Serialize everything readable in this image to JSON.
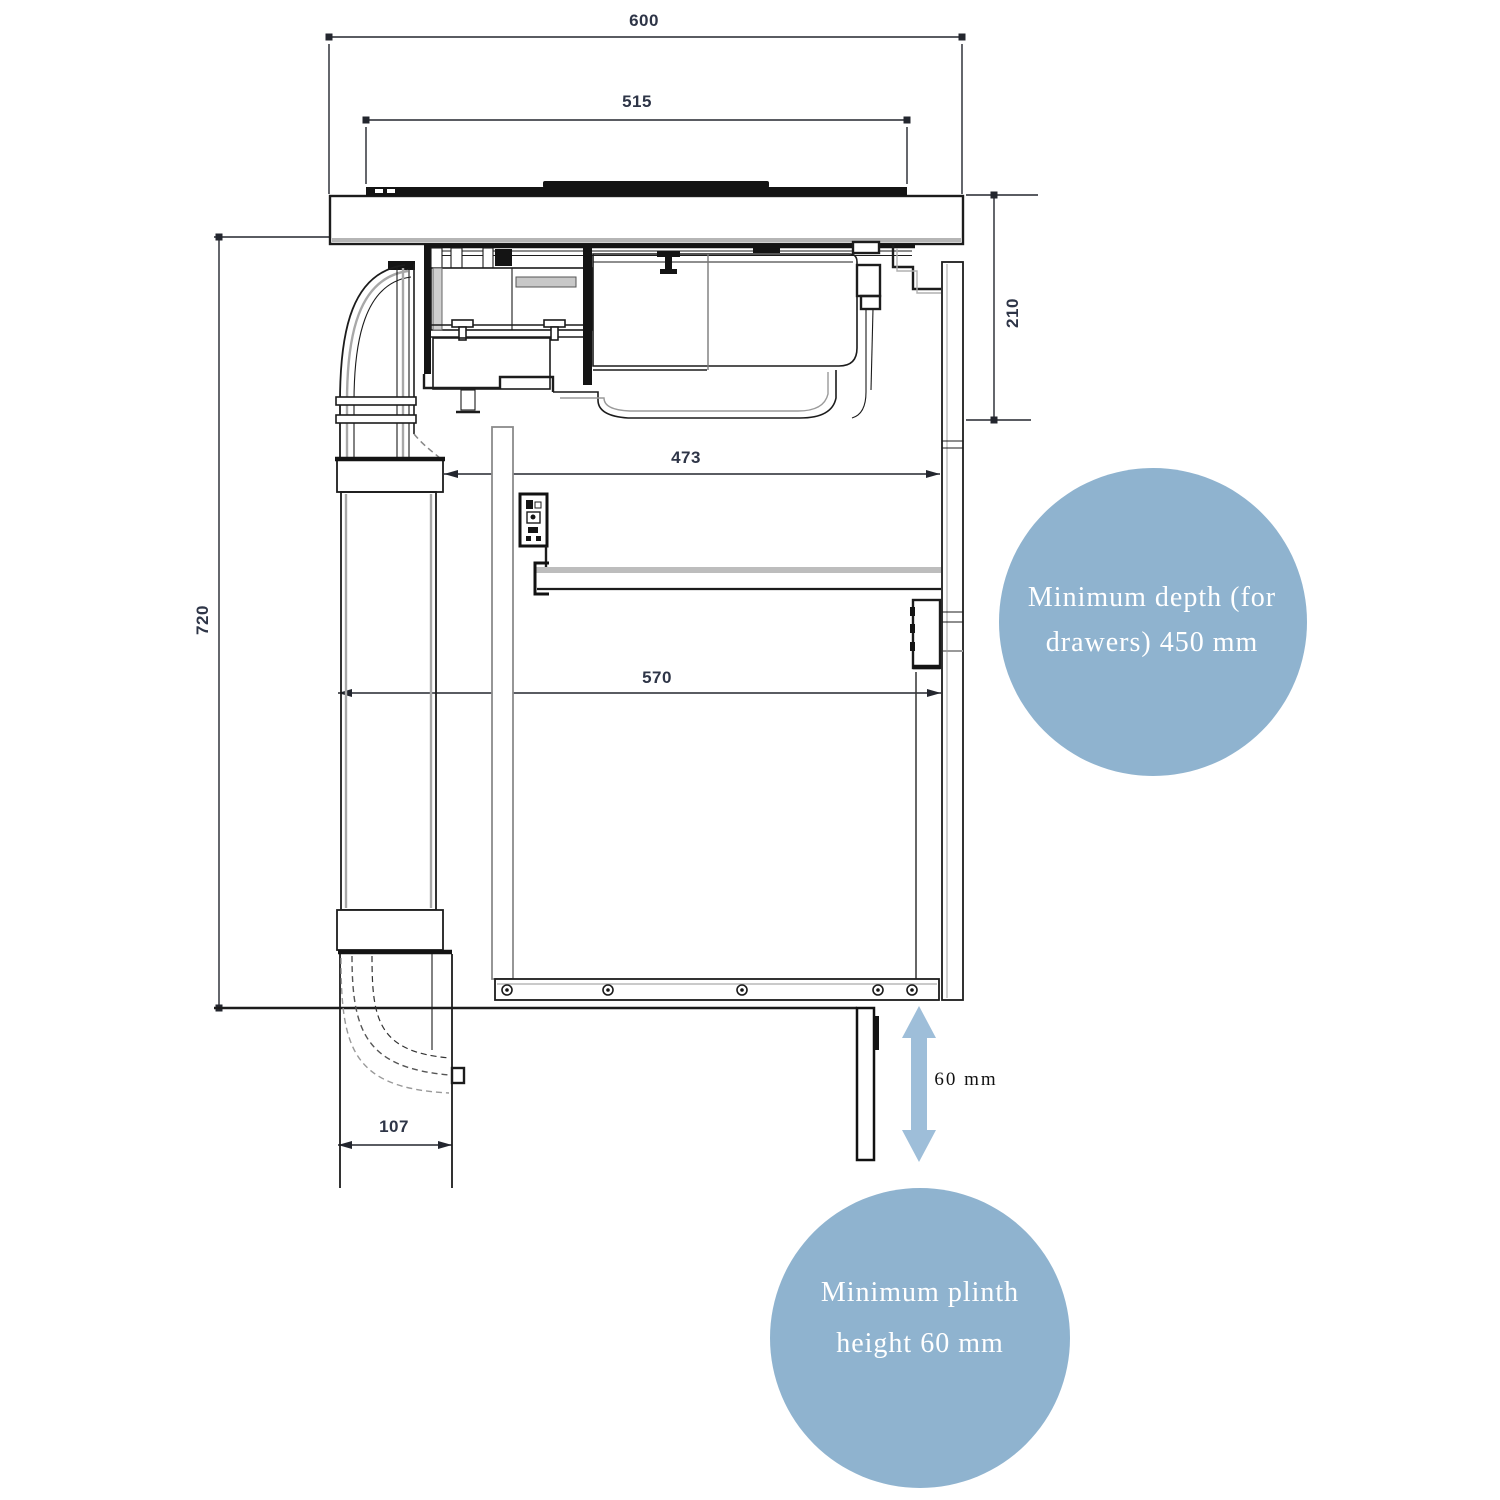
{
  "dims": {
    "overall_width": "600",
    "hob_width": "515",
    "hob_depth": "210",
    "recess_width": "473",
    "cabinet_height": "720",
    "inner_width": "570",
    "duct_width": "107",
    "plinth_gap": "60 mm"
  },
  "callout_drawer_depth": {
    "line1": "Minimum depth (for",
    "line2": "drawers) 450 mm"
  },
  "callout_plinth": {
    "line1": "Minimum plinth",
    "line2": "height 60 mm"
  },
  "colors": {
    "callout_fill": "#8FB3CF",
    "callout_text": "#FFFFFF",
    "arrow_fill": "#9EBED9",
    "line": "#1C1C1C",
    "dim_text": "#2E3547"
  }
}
